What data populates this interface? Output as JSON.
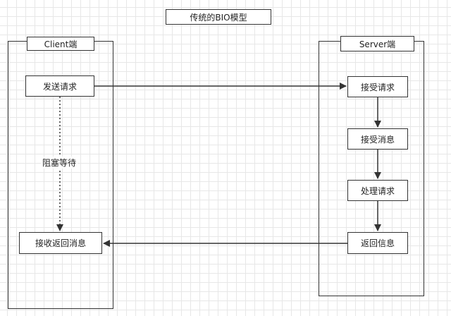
{
  "title": "传统的BIO模型",
  "client": {
    "header": "Client端",
    "send_request": "发送请求",
    "wait_label": "阻塞等待",
    "receive_response": "接收返回消息"
  },
  "server": {
    "header": "Server端",
    "accept_request": "接受请求",
    "accept_message": "接受消息",
    "process_request": "处理请求",
    "return_info": "返回信息"
  }
}
